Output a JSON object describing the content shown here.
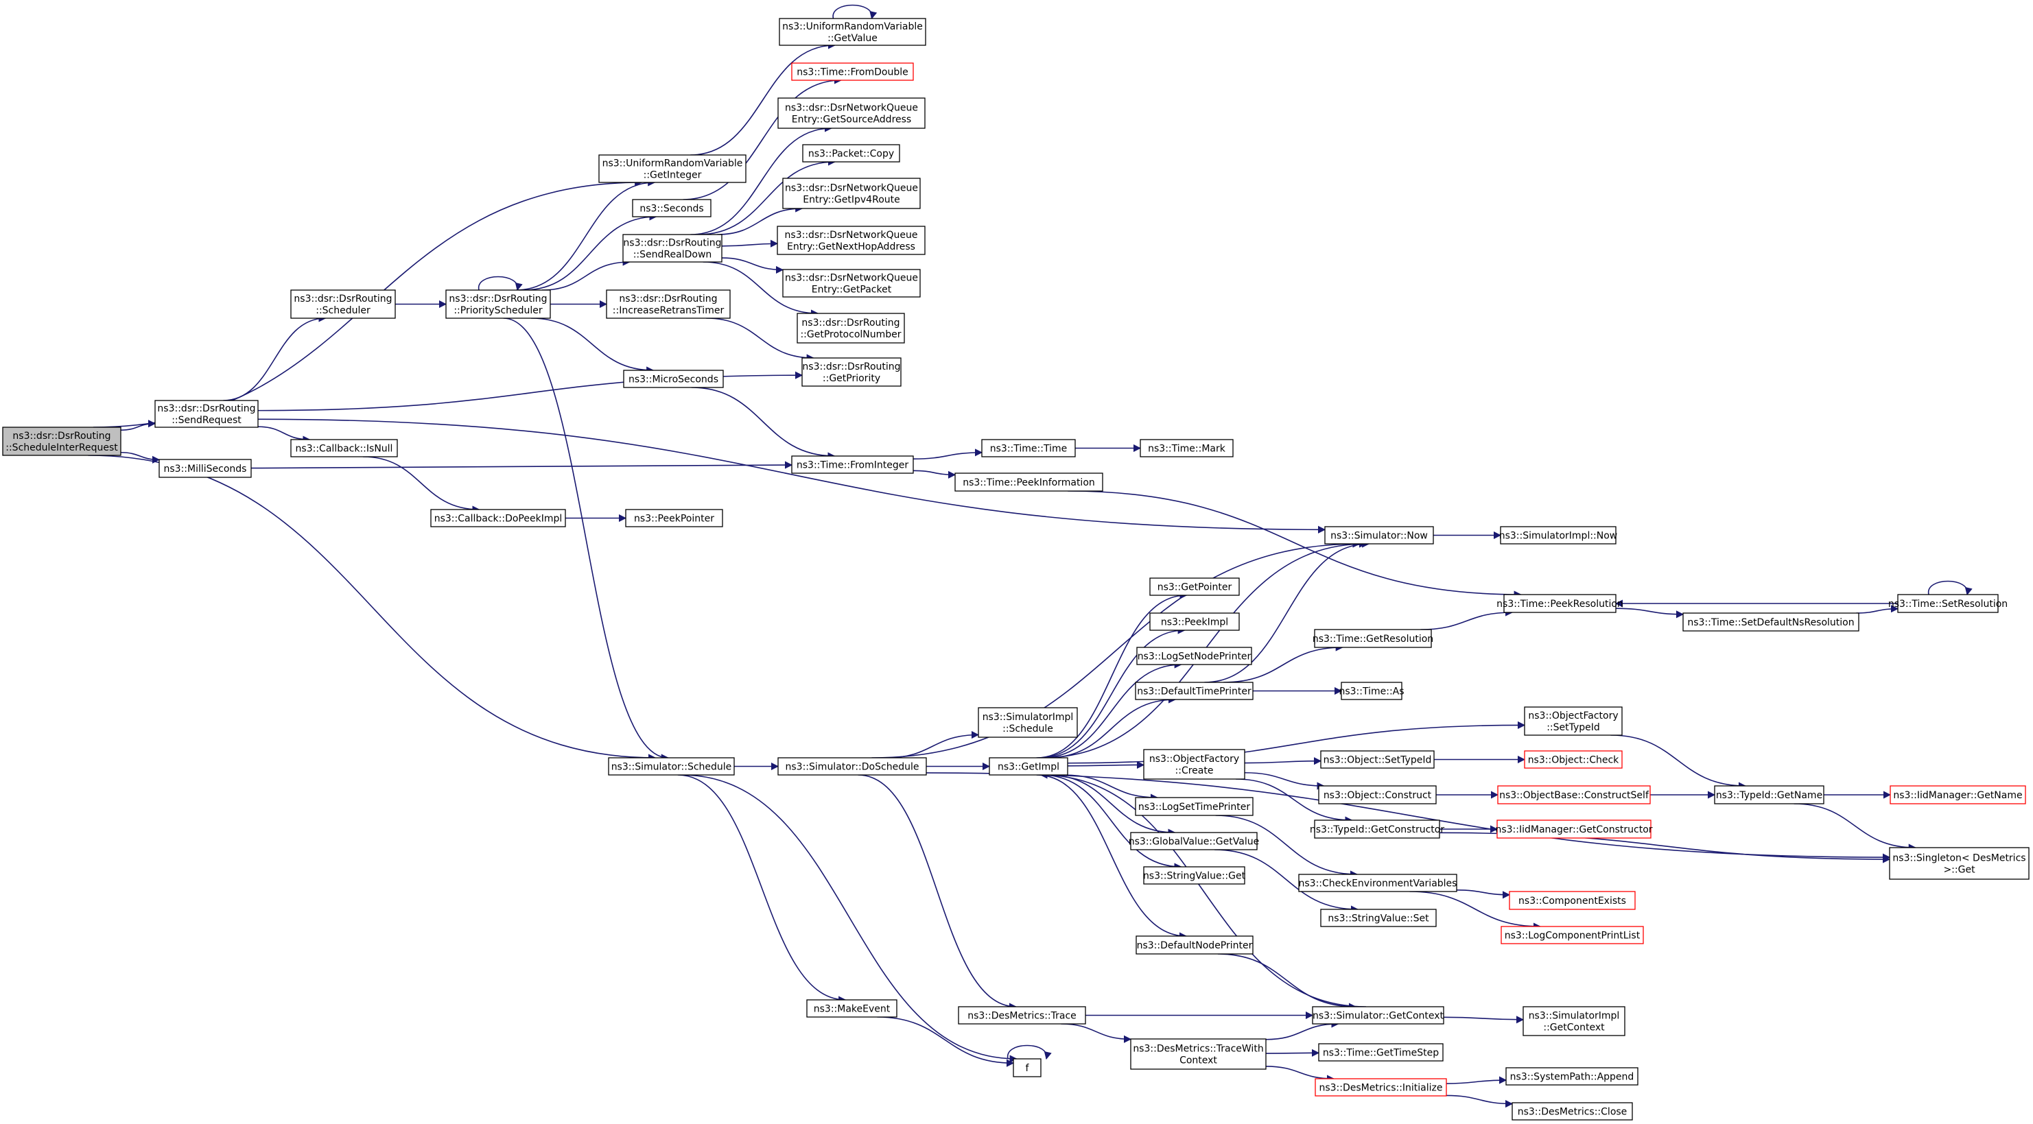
{
  "colors": {
    "edge": "#191970",
    "node_border": "#000000",
    "node_border_external": "#ff0000",
    "root_fill": "#bfbfbf"
  },
  "nodes": [
    {
      "id": "root",
      "lines": [
        "ns3::dsr::DsrRouting",
        "::ScheduleInterRequest"
      ],
      "style": "root"
    },
    {
      "id": "sendRequest",
      "lines": [
        "ns3::dsr::DsrRouting",
        "::SendRequest"
      ]
    },
    {
      "id": "milliSeconds",
      "lines": [
        "ns3::MilliSeconds"
      ]
    },
    {
      "id": "scheduler",
      "lines": [
        "ns3::dsr::DsrRouting",
        "::Scheduler"
      ]
    },
    {
      "id": "cbIsNull",
      "lines": [
        "ns3::Callback::IsNull"
      ]
    },
    {
      "id": "cbDoPeekImpl",
      "lines": [
        "ns3::Callback::DoPeekImpl"
      ]
    },
    {
      "id": "peekPointer",
      "lines": [
        "ns3::PeekPointer"
      ]
    },
    {
      "id": "priorityScheduler",
      "lines": [
        "ns3::dsr::DsrRouting",
        "::PriorityScheduler"
      ]
    },
    {
      "id": "uniformGetInteger",
      "lines": [
        "ns3::UniformRandomVariable",
        "::GetInteger"
      ]
    },
    {
      "id": "uniformGetValue",
      "lines": [
        "ns3::UniformRandomVariable",
        "::GetValue"
      ]
    },
    {
      "id": "seconds",
      "lines": [
        "ns3::Seconds"
      ]
    },
    {
      "id": "sendRealDown",
      "lines": [
        "ns3::dsr::DsrRouting",
        "::SendRealDown"
      ]
    },
    {
      "id": "increaseRetrans",
      "lines": [
        "ns3::dsr::DsrRouting",
        "::IncreaseRetransTimer"
      ]
    },
    {
      "id": "microSeconds",
      "lines": [
        "ns3::MicroSeconds"
      ]
    },
    {
      "id": "timeFromDouble",
      "lines": [
        "ns3::Time::FromDouble"
      ],
      "style": "red"
    },
    {
      "id": "getSourceAddress",
      "lines": [
        "ns3::dsr::DsrNetworkQueue",
        "Entry::GetSourceAddress"
      ]
    },
    {
      "id": "packetCopy",
      "lines": [
        "ns3::Packet::Copy"
      ]
    },
    {
      "id": "getIpv4Route",
      "lines": [
        "ns3::dsr::DsrNetworkQueue",
        "Entry::GetIpv4Route"
      ]
    },
    {
      "id": "getNextHop",
      "lines": [
        "ns3::dsr::DsrNetworkQueue",
        "Entry::GetNextHopAddress"
      ]
    },
    {
      "id": "getPacket",
      "lines": [
        "ns3::dsr::DsrNetworkQueue",
        "Entry::GetPacket"
      ]
    },
    {
      "id": "getProtocolNumber",
      "lines": [
        "ns3::dsr::DsrRouting",
        "::GetProtocolNumber"
      ]
    },
    {
      "id": "getPriority",
      "lines": [
        "ns3::dsr::DsrRouting",
        "::GetPriority"
      ]
    },
    {
      "id": "timeFromInteger",
      "lines": [
        "ns3::Time::FromInteger"
      ]
    },
    {
      "id": "timeTime",
      "lines": [
        "ns3::Time::Time"
      ]
    },
    {
      "id": "timeMark",
      "lines": [
        "ns3::Time::Mark"
      ]
    },
    {
      "id": "timePeekInfo",
      "lines": [
        "ns3::Time::PeekInformation"
      ]
    },
    {
      "id": "simulatorNow",
      "lines": [
        "ns3::Simulator::Now"
      ]
    },
    {
      "id": "simImplNow",
      "lines": [
        "ns3::SimulatorImpl::Now"
      ]
    },
    {
      "id": "timePeekResolution",
      "lines": [
        "ns3::Time::PeekResolution"
      ]
    },
    {
      "id": "timeSetResolution",
      "lines": [
        "ns3::Time::SetResolution"
      ]
    },
    {
      "id": "timeSetDefaultNs",
      "lines": [
        "ns3::Time::SetDefaultNsResolution"
      ]
    },
    {
      "id": "getPointer",
      "lines": [
        "ns3::GetPointer"
      ]
    },
    {
      "id": "peekImpl",
      "lines": [
        "ns3::PeekImpl"
      ]
    },
    {
      "id": "logSetNodePrinter",
      "lines": [
        "ns3::LogSetNodePrinter"
      ]
    },
    {
      "id": "defaultTimePrinter",
      "lines": [
        "ns3::DefaultTimePrinter"
      ]
    },
    {
      "id": "timeGetResolution",
      "lines": [
        "ns3::Time::GetResolution"
      ]
    },
    {
      "id": "timeAs",
      "lines": [
        "ns3::Time::As"
      ]
    },
    {
      "id": "simImplSchedule",
      "lines": [
        "ns3::SimulatorImpl",
        "::Schedule"
      ]
    },
    {
      "id": "objectFactorySetTypeId",
      "lines": [
        "ns3::ObjectFactory",
        "::SetTypeId"
      ]
    },
    {
      "id": "simSchedule",
      "lines": [
        "ns3::Simulator::Schedule"
      ]
    },
    {
      "id": "simDoSchedule",
      "lines": [
        "ns3::Simulator::DoSchedule"
      ]
    },
    {
      "id": "getImpl",
      "lines": [
        "ns3::GetImpl"
      ]
    },
    {
      "id": "objectFactoryCreate",
      "lines": [
        "ns3::ObjectFactory",
        "::Create"
      ]
    },
    {
      "id": "objectSetTypeId",
      "lines": [
        "ns3::Object::SetTypeId"
      ]
    },
    {
      "id": "objectCheck",
      "lines": [
        "ns3::Object::Check"
      ],
      "style": "red"
    },
    {
      "id": "objectConstruct",
      "lines": [
        "ns3::Object::Construct"
      ]
    },
    {
      "id": "constructSelf",
      "lines": [
        "ns3::ObjectBase::ConstructSelf"
      ],
      "style": "red"
    },
    {
      "id": "typeIdGetName",
      "lines": [
        "ns3::TypeId::GetName"
      ]
    },
    {
      "id": "iidGetName",
      "lines": [
        "ns3::IidManager::GetName"
      ],
      "style": "red"
    },
    {
      "id": "typeIdGetConstructor",
      "lines": [
        "ns3::TypeId::GetConstructor"
      ]
    },
    {
      "id": "iidGetConstructor",
      "lines": [
        "ns3::IidManager::GetConstructor"
      ],
      "style": "red"
    },
    {
      "id": "singletonGet",
      "lines": [
        "ns3::Singleton< DesMetrics",
        ">::Get"
      ]
    },
    {
      "id": "logSetTimePrinter",
      "lines": [
        "ns3::LogSetTimePrinter"
      ]
    },
    {
      "id": "globalValueGetValue",
      "lines": [
        "ns3::GlobalValue::GetValue"
      ]
    },
    {
      "id": "stringValueGet",
      "lines": [
        "ns3::StringValue::Get"
      ]
    },
    {
      "id": "checkEnvVars",
      "lines": [
        "ns3::CheckEnvironmentVariables"
      ]
    },
    {
      "id": "componentExists",
      "lines": [
        "ns3::ComponentExists"
      ],
      "style": "red"
    },
    {
      "id": "logComponentPrintList",
      "lines": [
        "ns3::LogComponentPrintList"
      ],
      "style": "red"
    },
    {
      "id": "stringValueSet",
      "lines": [
        "ns3::StringValue::Set"
      ]
    },
    {
      "id": "defaultNodePrinter",
      "lines": [
        "ns3::DefaultNodePrinter"
      ]
    },
    {
      "id": "makeEvent",
      "lines": [
        "ns3::MakeEvent"
      ]
    },
    {
      "id": "desMetricsTrace",
      "lines": [
        "ns3::DesMetrics::Trace"
      ]
    },
    {
      "id": "simGetContext",
      "lines": [
        "ns3::Simulator::GetContext"
      ]
    },
    {
      "id": "simImplGetContext",
      "lines": [
        "ns3::SimulatorImpl",
        "::GetContext"
      ]
    },
    {
      "id": "traceWithContext",
      "lines": [
        "ns3::DesMetrics::TraceWith",
        "Context"
      ]
    },
    {
      "id": "timeGetTimeStep",
      "lines": [
        "ns3::Time::GetTimeStep"
      ]
    },
    {
      "id": "desMetricsInitialize",
      "lines": [
        "ns3::DesMetrics::Initialize"
      ],
      "style": "red"
    },
    {
      "id": "systemPathAppend",
      "lines": [
        "ns3::SystemPath::Append"
      ]
    },
    {
      "id": "desMetricsClose",
      "lines": [
        "ns3::DesMetrics::Close"
      ]
    },
    {
      "id": "f",
      "lines": [
        "f"
      ]
    }
  ]
}
